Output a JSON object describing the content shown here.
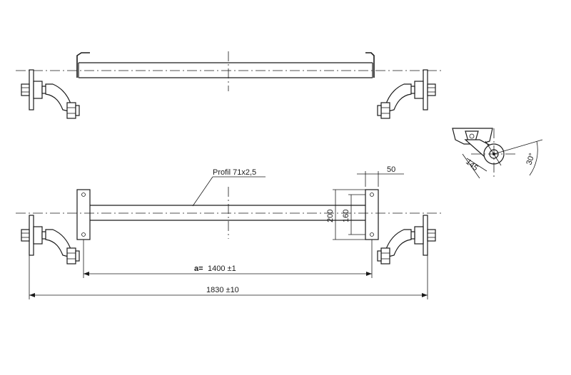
{
  "labels": {
    "profile": "Profil 71x2,5",
    "dim_bracket_width": "50",
    "dim_outer_height": "200",
    "dim_inner_height": "160",
    "dim_a_prefix": "a=",
    "dim_a_value": "1400 ±1",
    "dim_total": "1830 ±10",
    "dim_offset": "145",
    "dim_angle": "30°"
  }
}
